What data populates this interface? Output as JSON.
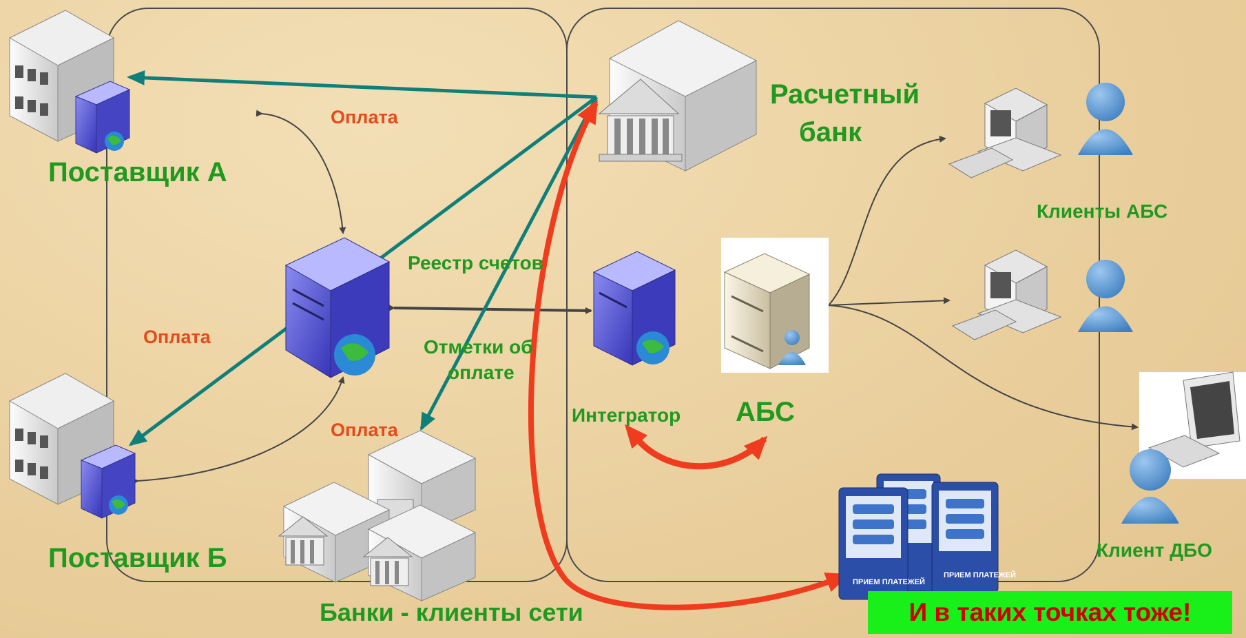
{
  "labels": {
    "supplier_a": "Поставщик А",
    "supplier_b": "Поставщик Б",
    "settlement_bank_line1": "Расчетный",
    "settlement_bank_line2": "банк",
    "abs_clients": "Клиенты АБС",
    "registry": "Реестр счетов",
    "payment_marks_line1": "Отметки об",
    "payment_marks_line2": "оплате",
    "integrator": "Интегратор",
    "abs": "АБС",
    "dbo_client": "Клиент ДБО",
    "network_banks": "Банки - клиенты сети",
    "payment_1": "Оплата",
    "payment_2": "Оплата",
    "payment_3": "Оплата",
    "callout": "И в таких точках тоже!",
    "kiosk_text": "ПРИЕМ ПЛАТЕЖЕЙ"
  },
  "colors": {
    "label_green": "#1f9a1f",
    "label_orange": "#e64a19",
    "teal_arrow": "#0f7f7a",
    "red_arrow": "#f03c1e",
    "thin_arrow": "#444444",
    "callout_bg": "#19f019",
    "callout_text": "#d10000"
  }
}
